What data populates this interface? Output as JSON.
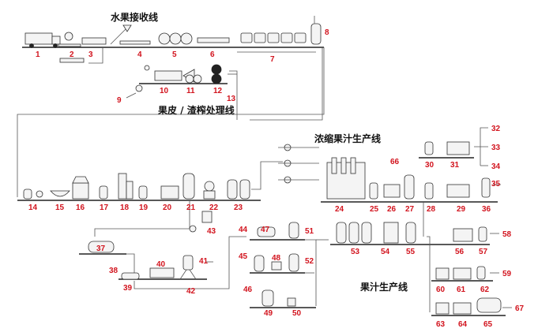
{
  "titles": {
    "fruit_receiving": "水果接收线",
    "peel_pomace": "果皮 / 渣榨处理线",
    "concentrate_line": "浓缩果汁生产线",
    "juice_line": "果汁生产线"
  },
  "colors": {
    "label": "#d2141e",
    "line": "#555555",
    "equipment": "#333333"
  },
  "labels": [
    "1",
    "2",
    "3",
    "4",
    "5",
    "6",
    "7",
    "8",
    "9",
    "10",
    "11",
    "12",
    "13",
    "14",
    "15",
    "16",
    "17",
    "18",
    "19",
    "20",
    "21",
    "22",
    "23",
    "24",
    "25",
    "26",
    "27",
    "28",
    "29",
    "30",
    "31",
    "32",
    "33",
    "34",
    "35",
    "36",
    "37",
    "38",
    "39",
    "40",
    "41",
    "42",
    "43",
    "44",
    "45",
    "46",
    "47",
    "48",
    "49",
    "50",
    "51",
    "52",
    "53",
    "54",
    "55",
    "56",
    "57",
    "58",
    "59",
    "60",
    "61",
    "62",
    "63",
    "64",
    "65",
    "67"
  ]
}
